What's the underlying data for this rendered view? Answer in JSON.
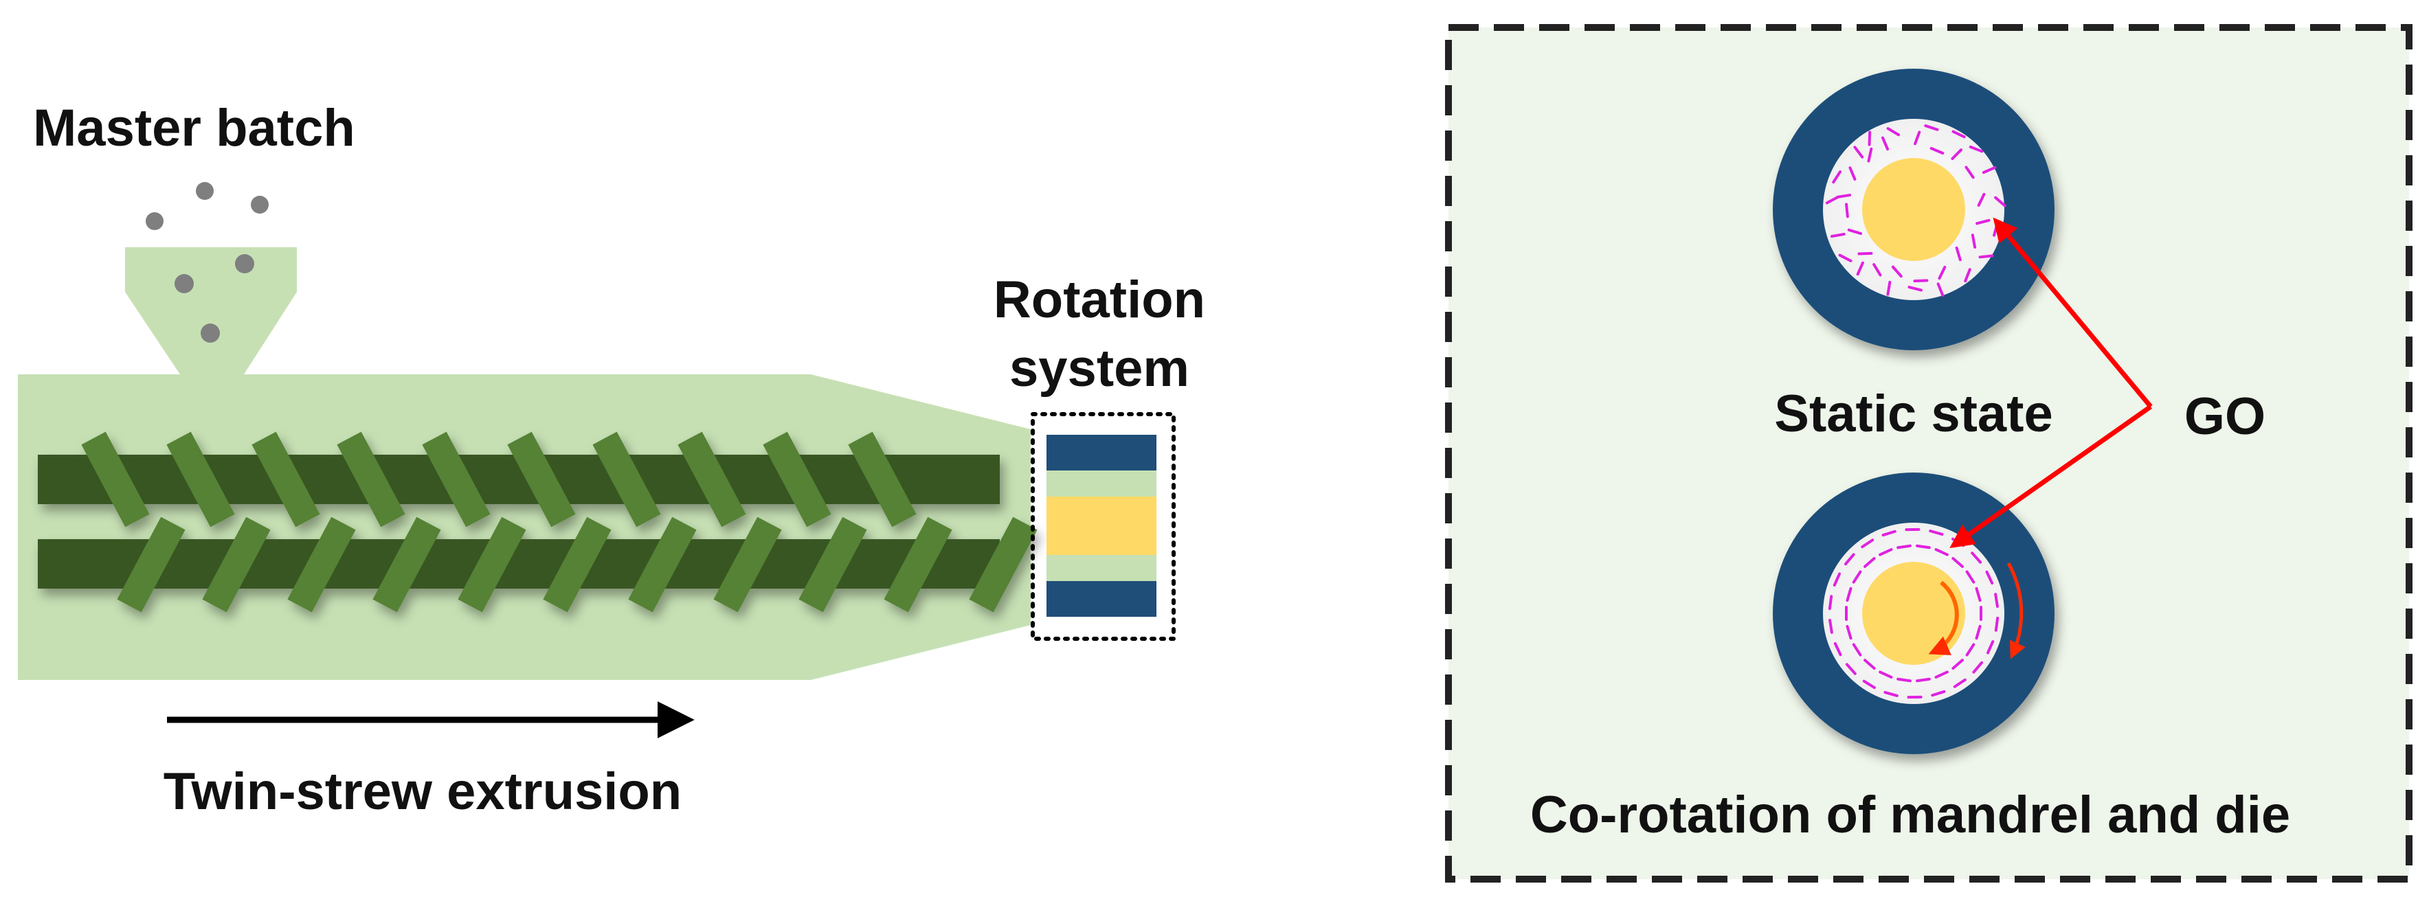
{
  "left_panel": {
    "master_batch_label": "Master batch",
    "rotation_system_label_line1": "Rotation",
    "rotation_system_label_line2": "system",
    "extrusion_label": "Twin-strew extrusion"
  },
  "right_panel": {
    "static_state_label": "Static state",
    "go_label": "GO",
    "corotation_label": "Co-rotation of mandrel and die"
  },
  "colors": {
    "barrel": "#c6e0b4",
    "hopper": "#c6e0b4",
    "screw_shaft": "#375623",
    "screw_flight": "#548235",
    "pellet": "#7f7f7f",
    "die_ring": "#1f4e79",
    "mandrel": "#ffd966",
    "panel_bg": "#eef5ea",
    "go_flake": "#e020e0",
    "arrow_red": "#ff0000",
    "arrow_orange": "#ff6600",
    "arrow_black": "#000000"
  }
}
